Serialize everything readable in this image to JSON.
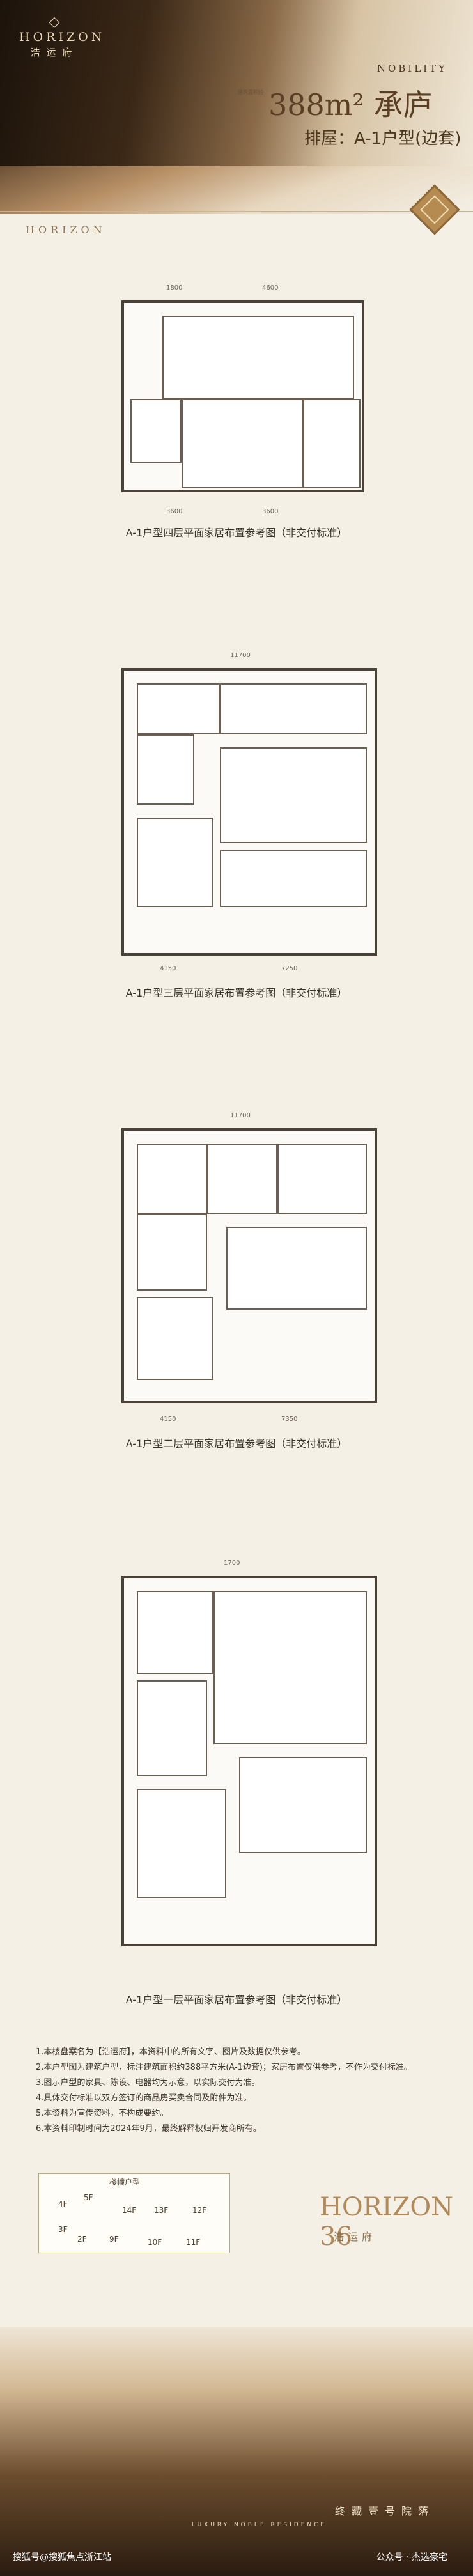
{
  "header": {
    "logo_en": "HORIZON",
    "logo_cn": "浩运府",
    "nobility": "NOBILITY",
    "area_small": "建筑面积约",
    "area": "388m² 承庐",
    "rowhouse": "排屋：A-1户型(边套)",
    "horizon_sub": "HORIZON"
  },
  "plans": [
    {
      "caption": "A-1户型四层平面家居布置参考图（非交付标准）"
    },
    {
      "caption": "A-1户型三层平面家居布置参考图（非交付标准）"
    },
    {
      "caption": "A-1户型二层平面家居布置参考图（非交付标准）"
    },
    {
      "caption": "A-1户型一层平面家居布置参考图（非交付标准）"
    }
  ],
  "dims": {
    "d1800": "1800",
    "d4600": "4600",
    "d3600": "3600",
    "d11700": "11700",
    "d4150": "4150",
    "d7250": "7250",
    "d7350": "7350",
    "d1700": "1700"
  },
  "notes": [
    "1.本楼盘案名为【浩运府】，本资料中的所有文字、图片及数据仅供参考。",
    "2.本户型图为建筑户型，标注建筑面积约388平方米(A-1边套)；家居布置仅供参考，不作为交付标准。",
    "3.图示户型的家具、陈设、电器均为示意，以实际交付为准。",
    "4.具体交付标准以双方签订的商品房买卖合同及附件为准。",
    "5.本资料为宣传资料，不构成要约。",
    "6.本资料印制时间为2024年9月，最终解释权归开发商所有。"
  ],
  "keyplan": {
    "title": "楼幢户型",
    "labels": [
      "4F",
      "5F",
      "14F",
      "13F",
      "12F",
      "3F",
      "2F",
      "9F",
      "10F",
      "11F"
    ]
  },
  "brand": {
    "logo": "HORIZON 36",
    "cn": "浩运府"
  },
  "footer": {
    "slogan": "终藏壹号院落",
    "sub": "LUXURY NOBLE RESIDENCE",
    "wm_left": "搜狐号@搜狐焦点浙江站",
    "wm_right": "公众号 · 杰选豪宅"
  }
}
